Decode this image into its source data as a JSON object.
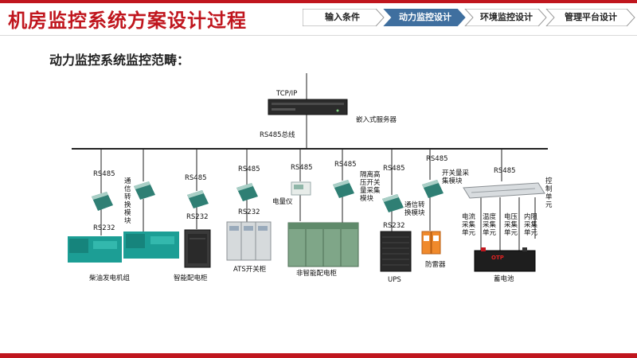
{
  "header": {
    "title": "机房监控系统方案设计过程",
    "steps": [
      {
        "label": "输入条件",
        "active": false
      },
      {
        "label": "动力监控设计",
        "active": true
      },
      {
        "label": "环境监控设计",
        "active": false
      },
      {
        "label": "管理平台设计",
        "active": false
      }
    ]
  },
  "subtitle": "动力监控系统监控范畴：",
  "diagram": {
    "tcp_ip": "TCP/IP",
    "server": "嵌入式服务器",
    "bus": "RS485总线",
    "rs485": "RS485",
    "rs232": "RS232",
    "comm_module": "通信转换模块",
    "comm_module_h": "通信转换模块",
    "meter": "电量仪",
    "hv_module": "隔离高压开关量采集模块",
    "di_module": "开关量采集模块",
    "control_unit": "控制单元",
    "sub_units": [
      "电流采集单元",
      "温度采集单元",
      "电压采集单元",
      "内阻采集单元"
    ],
    "devices": {
      "generator": "柴油发电机组",
      "smart_cabinet": "智能配电柜",
      "ats": "ATS开关柜",
      "nonsmart_cabinet": "非智能配电柜",
      "ups": "UPS",
      "lightning": "防雷器",
      "battery": "蓄电池",
      "battery_brand": "OTP"
    }
  },
  "colors": {
    "accent_red": "#c0161e",
    "step_active": "#3f6f9f",
    "module_teal": "#2f7f74",
    "generator_teal": "#1c9e95"
  }
}
